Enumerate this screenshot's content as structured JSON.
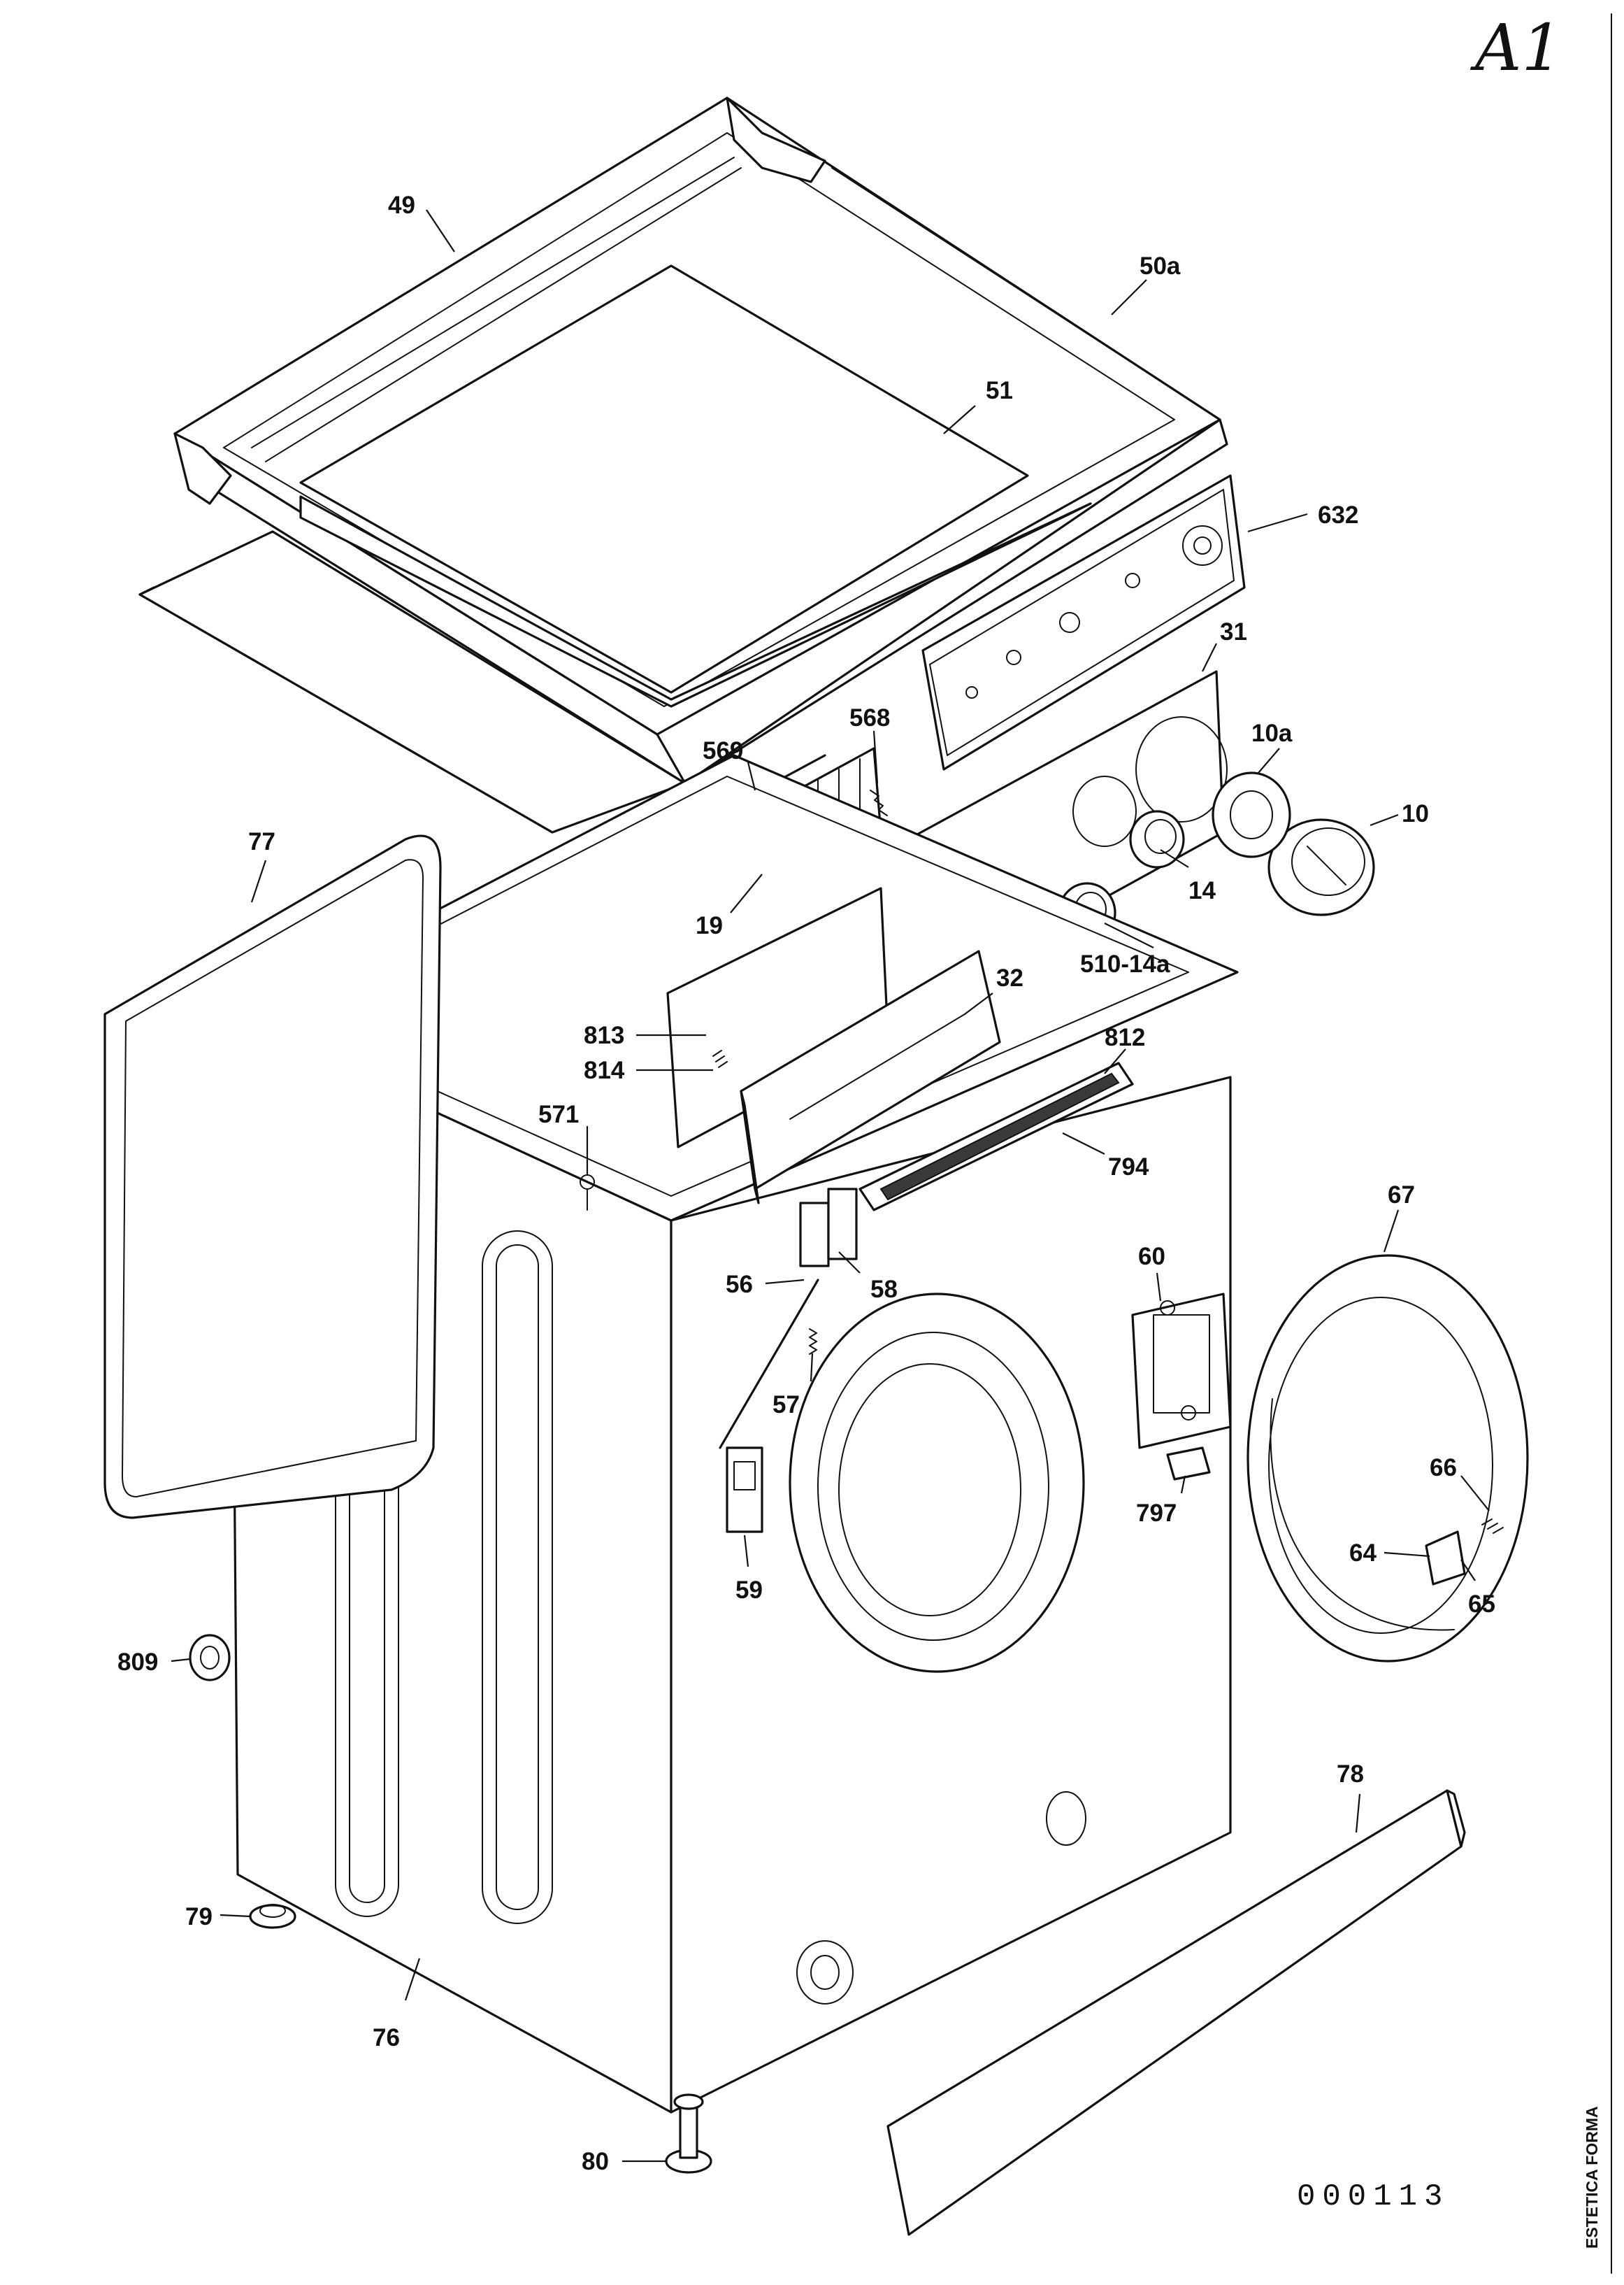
{
  "sheet_id": "A1",
  "document_number": "000113",
  "side_note": "ESTETICA FORMA",
  "callouts": [
    "49",
    "50a",
    "51",
    "632",
    "31",
    "568",
    "10a",
    "10",
    "569",
    "77",
    "19",
    "14",
    "510-14a",
    "32",
    "813",
    "814",
    "812",
    "571",
    "794",
    "67",
    "56",
    "58",
    "60",
    "57",
    "66",
    "797",
    "64",
    "65",
    "59",
    "809",
    "78",
    "79",
    "76",
    "80"
  ]
}
